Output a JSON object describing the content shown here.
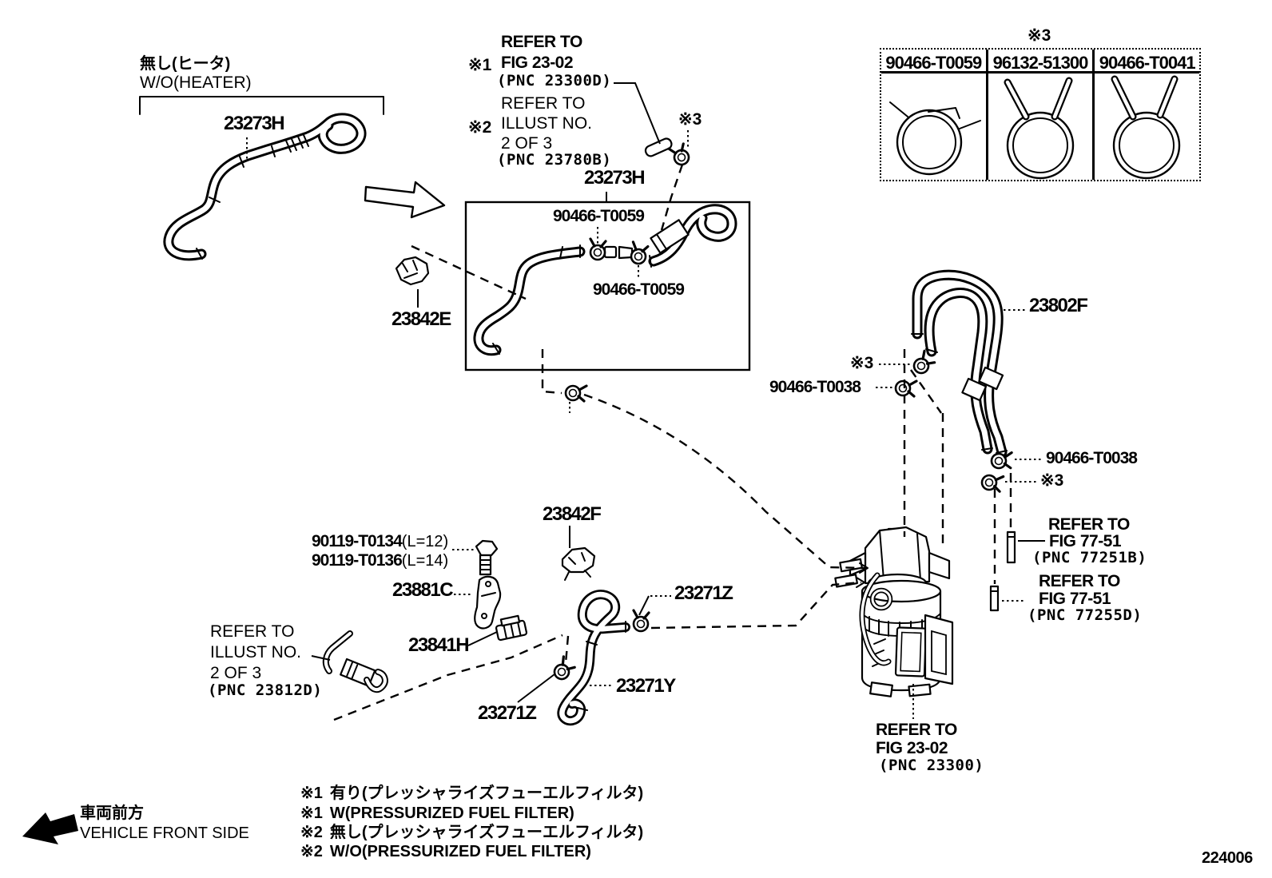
{
  "page_code": "224006",
  "colors": {
    "ink": "#000000",
    "bg": "#ffffff"
  },
  "heater_note": {
    "jp": "無し(ヒータ)",
    "en": "W/O(HEATER)"
  },
  "front_side": {
    "jp": "車両前方",
    "en": "VEHICLE FRONT SIDE"
  },
  "marks": {
    "m1": "※1",
    "m2": "※2",
    "m3": "※3"
  },
  "parts": {
    "hose_heater": "23273H",
    "clamp_t0059": "90466-T0059",
    "clip_23842e": "23842E",
    "hose_23802f": "23802F",
    "clamp_t0038": "90466-T0038",
    "clip_23842f": "23842F",
    "bolt_t0134": "90119-T0134",
    "bolt_t0134_len": "(L=12)",
    "bolt_t0136": "90119-T0136",
    "bolt_t0136_len": "(L=14)",
    "bracket_23881c": "23881C",
    "clamp_23841h": "23841H",
    "clamp_23271z": "23271Z",
    "hose_23271y": "23271Y"
  },
  "clamp_table": {
    "mark": "※3",
    "columns": [
      "90466-T0059",
      "96132-51300",
      "90466-T0041"
    ]
  },
  "refs": {
    "fig2302d": {
      "l1": "REFER TO",
      "l2": "FIG 23-02",
      "l3": "(PNC 23300D)"
    },
    "illust23780b": {
      "l1": "REFER TO",
      "l2": "ILLUST NO.",
      "l3": "2 OF 3",
      "l4": "(PNC 23780B)"
    },
    "illust23812d": {
      "l1": "REFER TO",
      "l2": "ILLUST NO.",
      "l3": "2 OF 3",
      "l4": "(PNC 23812D)"
    },
    "fig7751_a": {
      "l1": "REFER TO",
      "l2": "FIG 77-51",
      "l3": "(PNC 77251B)"
    },
    "fig7751_b": {
      "l1": "REFER TO",
      "l2": "FIG 77-51",
      "l3": "(PNC 77255D)"
    },
    "fig2302": {
      "l1": "REFER TO",
      "l2": "FIG 23-02",
      "l3": "(PNC 23300)"
    }
  },
  "notes": [
    {
      "mark": "※1",
      "text": "有り(プレッシャライズフューエルフィルタ)"
    },
    {
      "mark": "※1",
      "text": "W(PRESSURIZED FUEL FILTER)"
    },
    {
      "mark": "※2",
      "text": "無し(プレッシャライズフューエルフィルタ)"
    },
    {
      "mark": "※2",
      "text": "W/O(PRESSURIZED FUEL FILTER)"
    }
  ]
}
